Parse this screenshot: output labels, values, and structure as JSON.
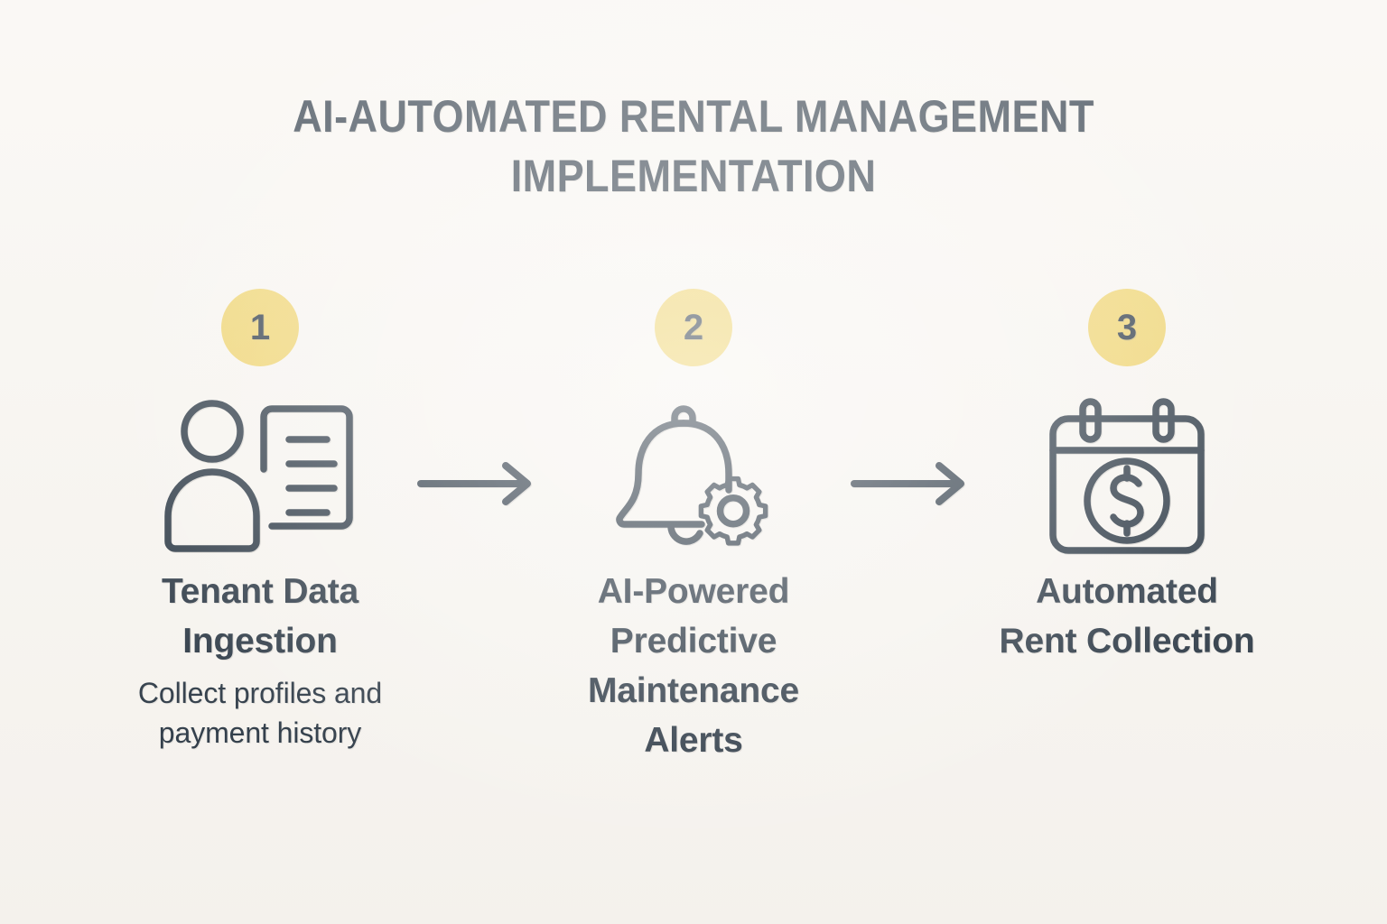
{
  "background_color": "#F8F5F0",
  "accent_color": "#EFD268",
  "ink_color": "#25323F",
  "title": {
    "line1": "AI-AUTOMATED RENTAL MANAGEMENT",
    "line2": "IMPLEMENTATION",
    "full": "AI-AUTOMATED RENTAL MANAGEMENT IMPLEMENTATION"
  },
  "steps": [
    {
      "number": "1",
      "icon": "person-with-document-icon",
      "title": "Tenant Data Ingestion",
      "description": "Collect profiles and payment history"
    },
    {
      "number": "2",
      "icon": "bell-with-gear-icon",
      "title": "AI-Powered Predictive Maintenance Alerts",
      "description": ""
    },
    {
      "number": "3",
      "icon": "calendar-with-dollar-icon",
      "title": "Automated Rent Collection",
      "description": ""
    }
  ],
  "connectors": [
    {
      "icon": "arrow-right-icon"
    },
    {
      "icon": "arrow-right-icon"
    }
  ]
}
